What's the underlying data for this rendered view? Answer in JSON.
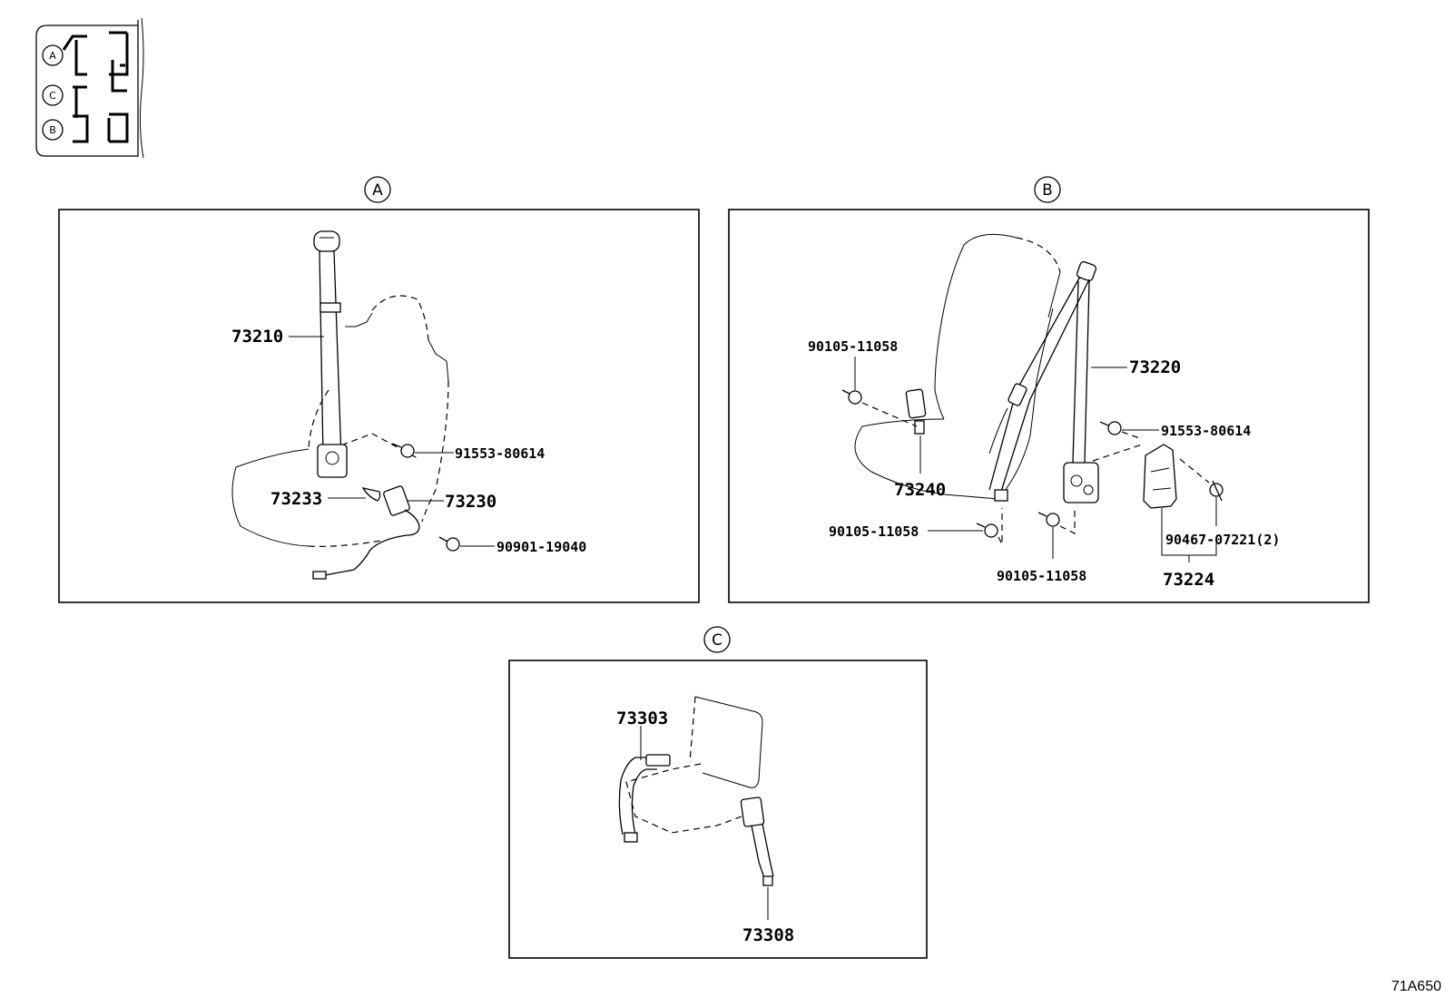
{
  "views": {
    "A": {
      "marker": "A"
    },
    "B": {
      "marker": "B"
    },
    "C": {
      "marker": "C"
    }
  },
  "index_map": {
    "markers": [
      "A",
      "C",
      "B"
    ]
  },
  "view_a_labels": {
    "p73210": "73210",
    "p91553": "91553-80614",
    "p73233": "73233",
    "p73230": "73230",
    "p90901": "90901-19040"
  },
  "view_b_labels": {
    "p90105_top": "90105-11058",
    "p73220": "73220",
    "p91553": "91553-80614",
    "p73240": "73240",
    "p90105_left": "90105-11058",
    "p90105_bottom": "90105-11058",
    "p90467": "90467-07221(2)",
    "p73224": "73224"
  },
  "view_c_labels": {
    "p73303": "73303",
    "p73308": "73308"
  },
  "diagram_code": "71A650"
}
